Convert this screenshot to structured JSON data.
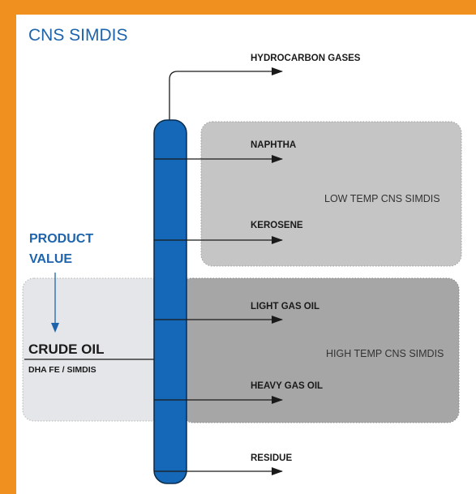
{
  "title": "CNS SIMDIS",
  "product_value": {
    "line1": "PRODUCT",
    "line2": "VALUE"
  },
  "crude": {
    "label": "CRUDE OIL",
    "sublabel": "DHA FE / SIMDIS"
  },
  "regions": {
    "low": "LOW TEMP CNS SIMDIS",
    "high": "HIGH TEMP CNS SIMDIS"
  },
  "fractions": [
    "HYDROCARBON GASES",
    "NAPHTHA",
    "KEROSENE",
    "LIGHT GAS OIL",
    "HEAVY GAS OIL",
    "RESIDUE"
  ],
  "colors": {
    "frame": "#f0901e",
    "accent_blue": "#1e64ad",
    "column_blue": "#1568b8",
    "low_box": "#c5c5c5",
    "high_box": "#a6a6a6",
    "left_box": "#e4e6e9"
  }
}
